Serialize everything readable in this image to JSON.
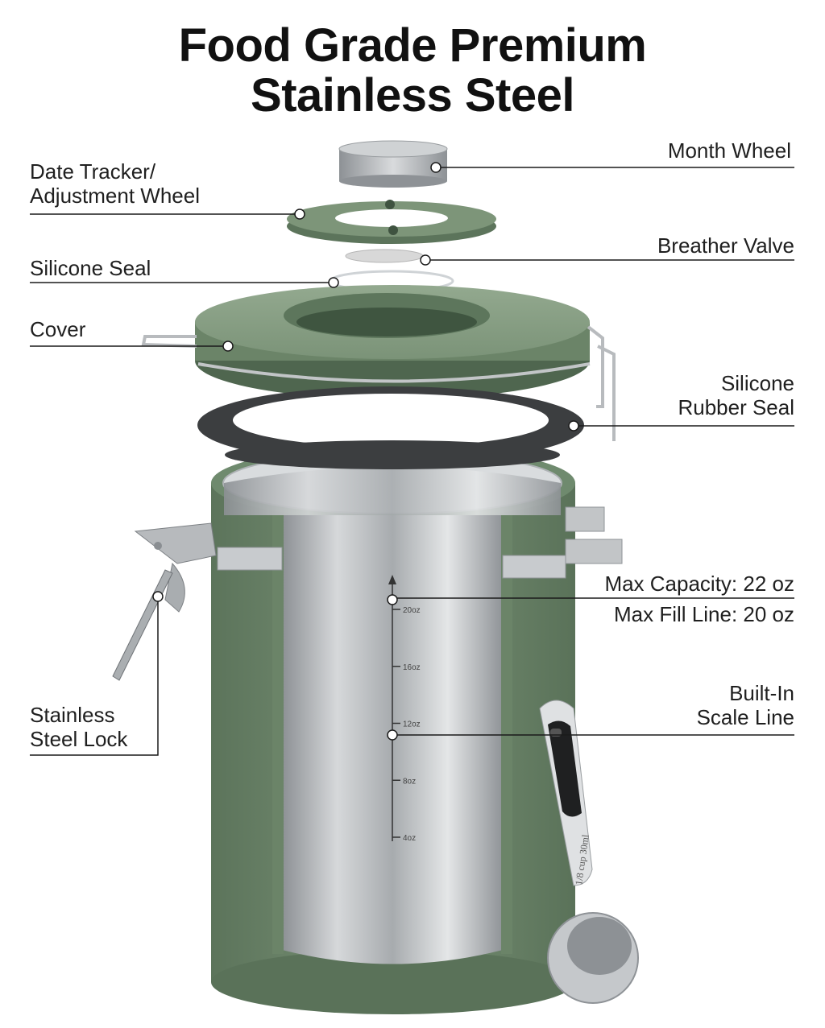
{
  "title": {
    "line1": "Food Grade Premium",
    "line2": "Stainless Steel"
  },
  "callouts": {
    "month_wheel": "Month Wheel",
    "date_tracker": [
      "Date Tracker/",
      "Adjustment Wheel"
    ],
    "breather_valve": "Breather Valve",
    "silicone_seal": "Silicone Seal",
    "cover": "Cover",
    "silicone_rubber_seal": [
      "Silicone",
      "Rubber Seal"
    ],
    "max_capacity": "Max Capacity: 22 oz",
    "max_fill_line": "Max Fill Line: 20 oz",
    "stainless_steel_lock": [
      "Stainless",
      "Steel Lock"
    ],
    "built_in_scale_line": [
      "Built-In",
      "Scale Line"
    ]
  },
  "scale": {
    "ticks": [
      "20oz",
      "16oz",
      "12oz",
      "8oz",
      "4oz"
    ]
  },
  "scoop": {
    "engraving": "1/8 cup 30ml"
  },
  "colors": {
    "canister_green": "#6f8a6e",
    "canister_green_dark": "#5a7259",
    "canister_green_light": "#8aa286",
    "steel": "#b9bcbf",
    "steel_dark": "#7d8185",
    "gasket": "#3c3e40",
    "leader": "#1a1a1a"
  }
}
